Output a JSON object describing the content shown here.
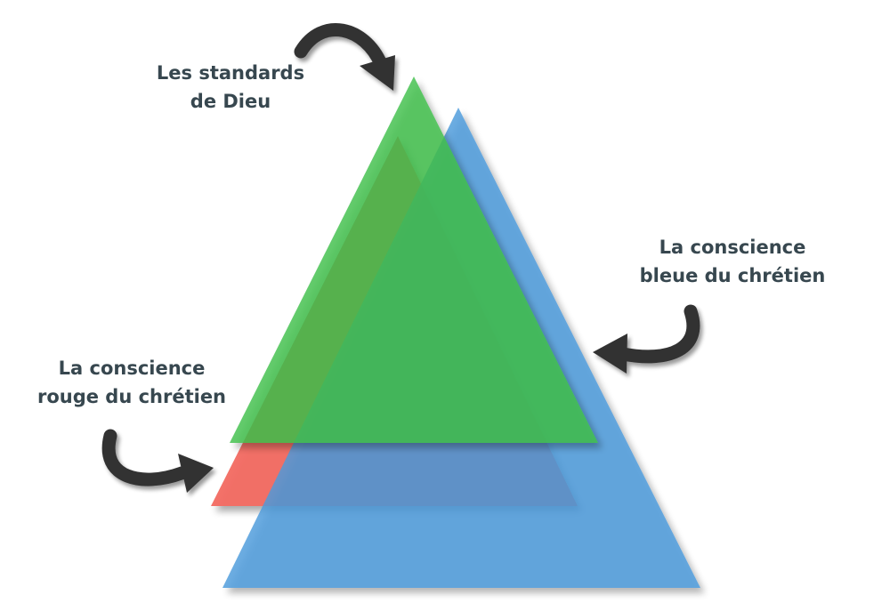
{
  "diagram": {
    "colors": {
      "red": "#f26a61",
      "blue": "#63a8df",
      "green": "#46c552",
      "arrow": "#333333",
      "text": "#37474f"
    },
    "labels": {
      "standards": {
        "line1": "Les standards",
        "line2": "de Dieu"
      },
      "blue_conscience": {
        "line1": "La conscience",
        "line2": "bleue du chrétien"
      },
      "red_conscience": {
        "line1": "La conscience",
        "line2": "rouge du chrétien"
      }
    }
  }
}
